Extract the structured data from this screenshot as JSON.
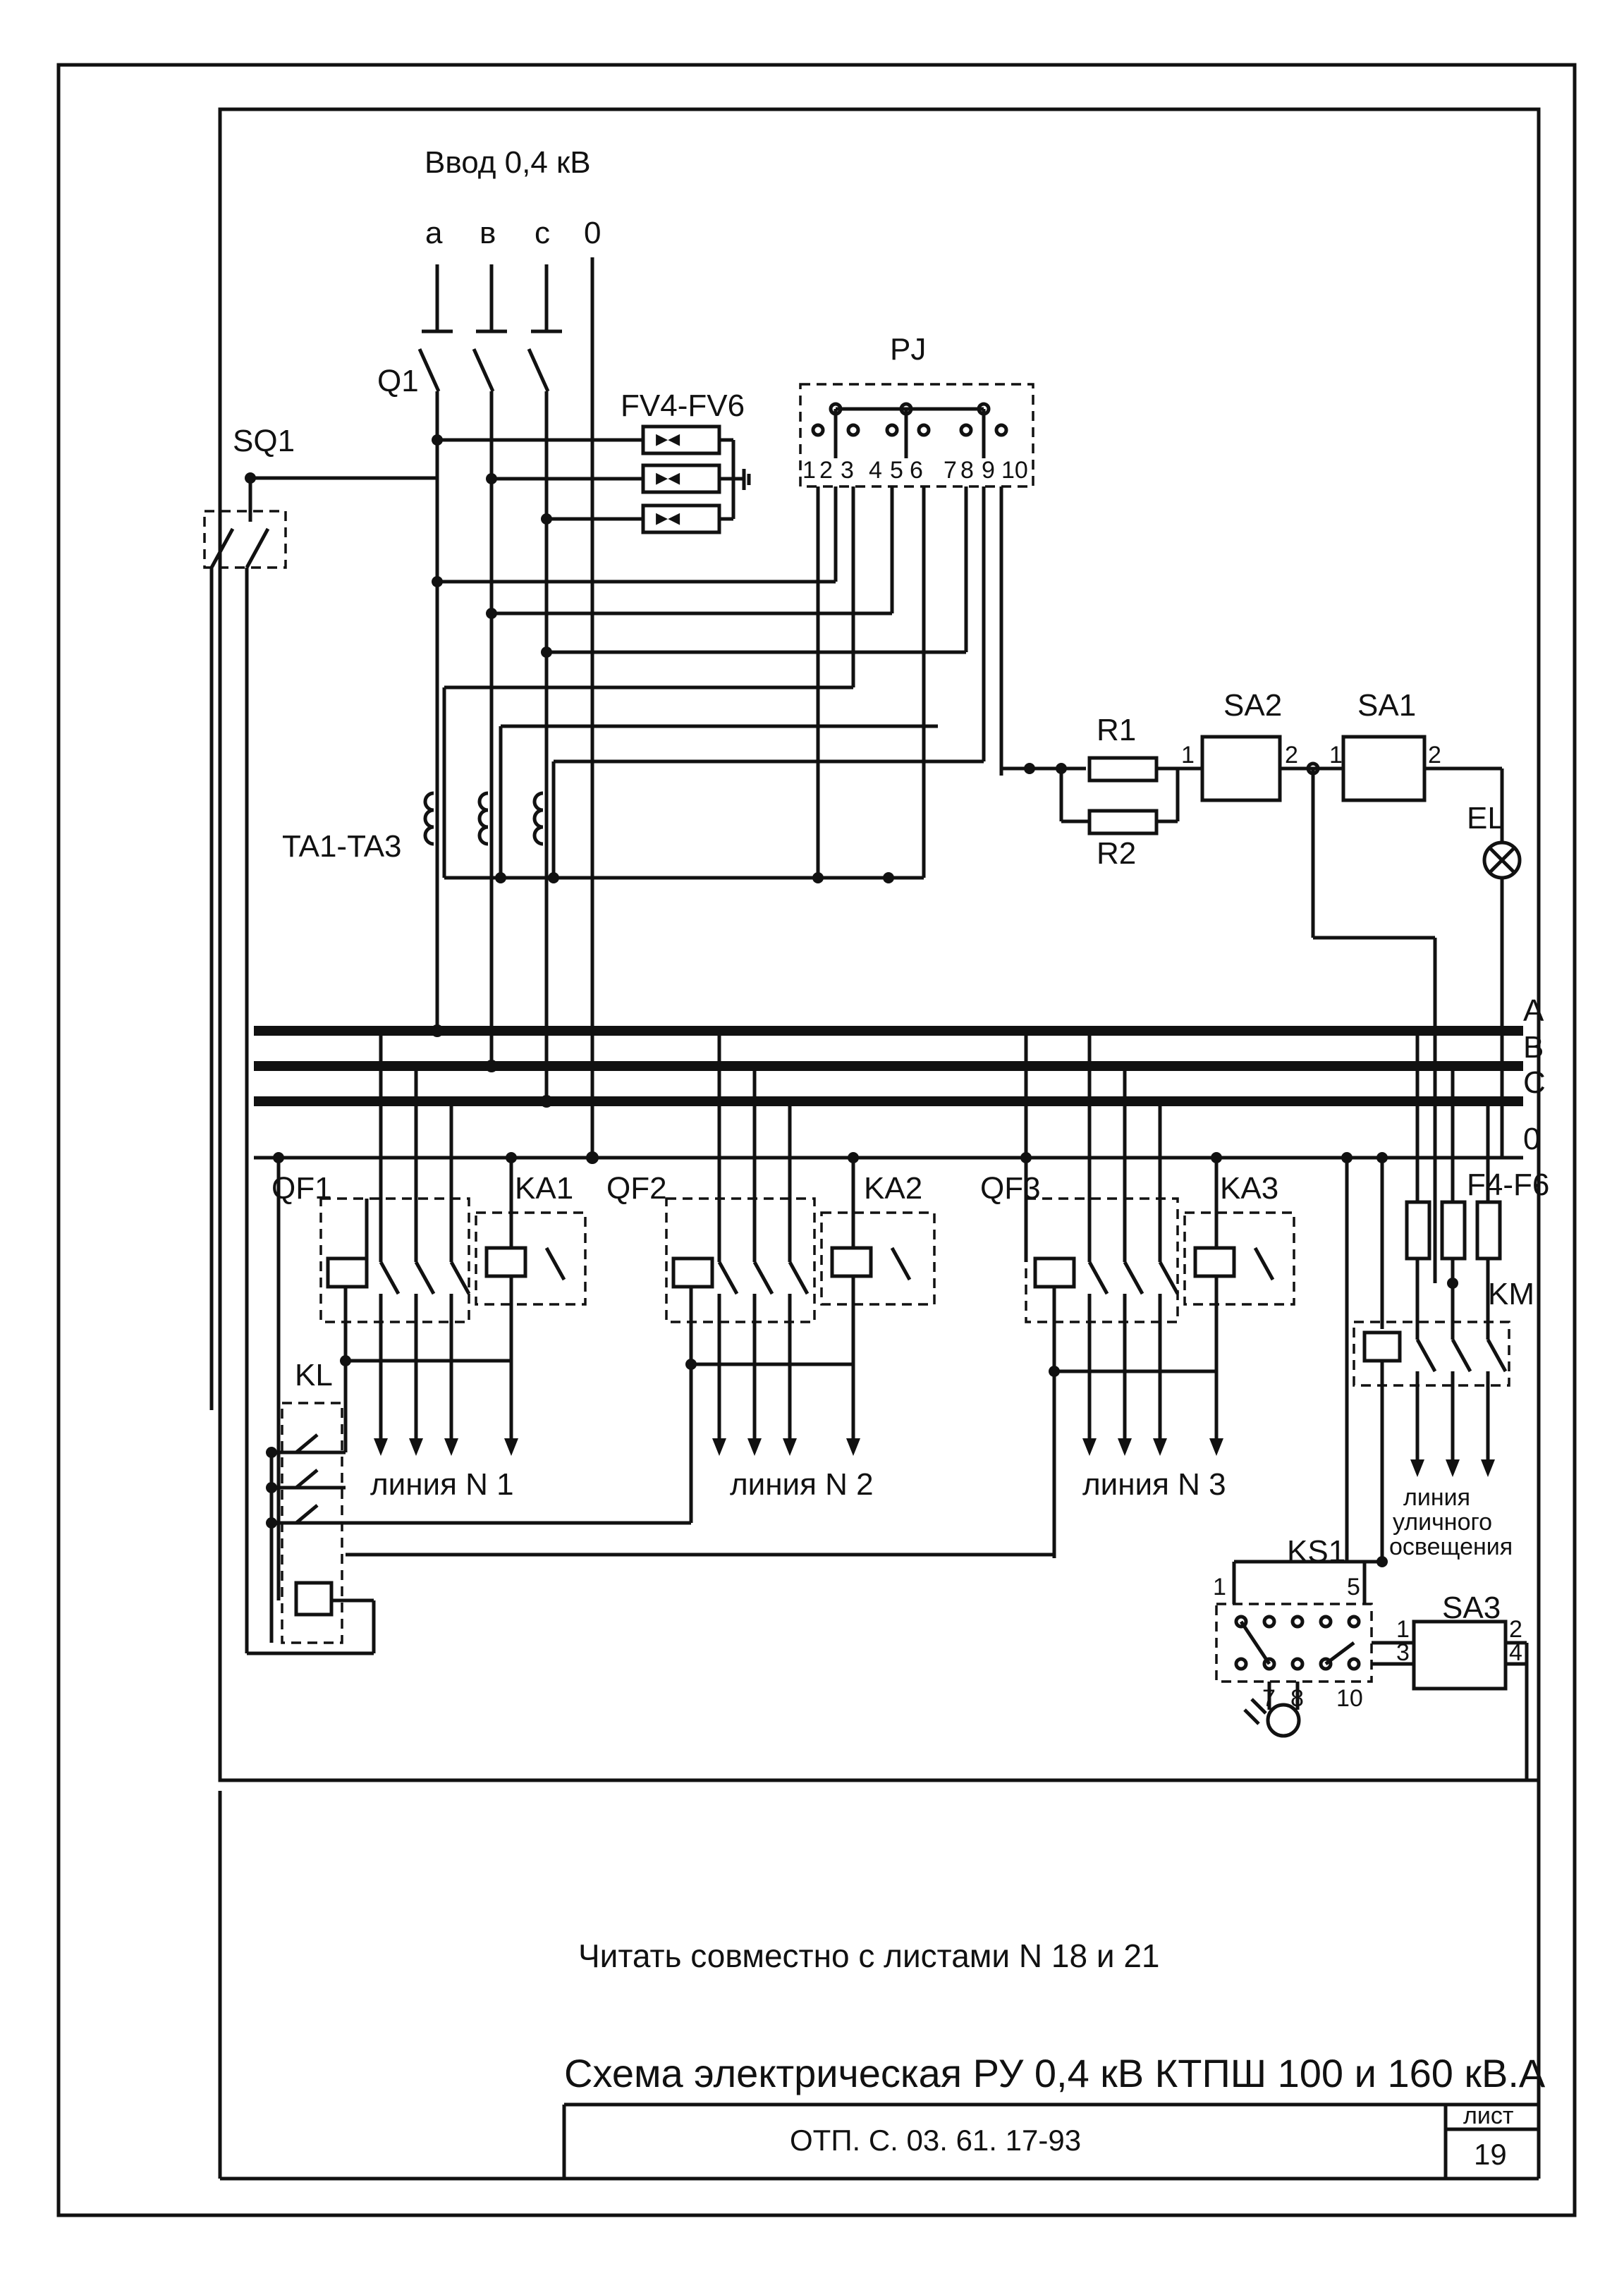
{
  "header": {
    "input_label": "Ввод 0,4 кВ"
  },
  "phases": [
    "а",
    "в",
    "с",
    "0"
  ],
  "components": {
    "q1": "Q1",
    "sq1": "SQ1",
    "fv": "FV4-FV6",
    "pj": "PJ",
    "pj_terminals": [
      "1",
      "2",
      "3",
      "4",
      "5",
      "6",
      "7",
      "8",
      "9",
      "10"
    ],
    "ta": "TA1-TA3",
    "r1": "R1",
    "r2": "R2",
    "sa2": "SA2",
    "sa1": "SA1",
    "el": "EL",
    "qf1": "QF1",
    "qf2": "QF2",
    "qf3": "QF3",
    "ka1": "KA1",
    "ka2": "KA2",
    "ka3": "KA3",
    "kl": "KL",
    "km": "KM",
    "f": "F4-F6",
    "ks1": "KS1",
    "sa3": "SA3"
  },
  "terminal_numbers": {
    "sa2_in": "1",
    "sa2_out": "2",
    "sa1_in": "1",
    "sa1_out": "2",
    "ks1_1": "1",
    "ks1_5": "5",
    "ks1_7": "7",
    "ks1_8": "8",
    "ks1_10": "10",
    "sa3_1": "1",
    "sa3_2": "2",
    "sa3_3": "3",
    "sa3_4": "4"
  },
  "buses": [
    "A",
    "B",
    "C",
    "0"
  ],
  "lines": {
    "line1": "линия N 1",
    "line2": "линия N 2",
    "line3": "линия N 3",
    "street_lighting": [
      "линия",
      "уличного",
      "освещения"
    ]
  },
  "notes": {
    "read_with": "Читать совместно с листами N 18 и 21"
  },
  "title_block": {
    "title": "Схема электрическая РУ 0,4 кВ КТПШ 100 и 160 кВ.А",
    "code": "ОТП. С. 03. 61. 17-93",
    "sheet_label": "лист",
    "sheet_number": "19"
  }
}
